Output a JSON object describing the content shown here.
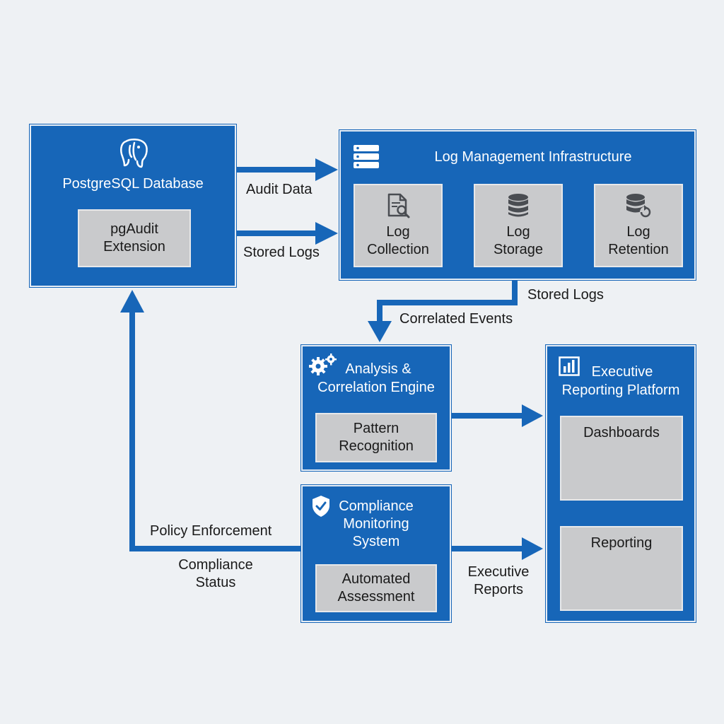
{
  "colors": {
    "box_blue": "#1766b8",
    "sub_gray": "#c9cacc",
    "arrow_blue": "#1766b8",
    "arrow_gray": "#c9cacc",
    "background": "#eef1f4"
  },
  "nodes": {
    "postgres": {
      "title": "PostgreSQL Database",
      "icon": "elephant-icon",
      "sub": {
        "line1": "pgAudit",
        "line2": "Extension"
      }
    },
    "log_mgmt": {
      "title": "Log Management Infrastructure",
      "icon": "server-stack-icon",
      "subs": [
        {
          "line1": "Log",
          "line2": "Collection",
          "icon": "document-search-icon"
        },
        {
          "line1": "Log",
          "line2": "Storage",
          "icon": "database-icon"
        },
        {
          "line1": "Log",
          "line2": "Retention",
          "icon": "database-refresh-icon"
        }
      ]
    },
    "analysis": {
      "title_line1": "Analysis &",
      "title_line2": "Correlation Engine",
      "icon": "gears-icon",
      "sub": {
        "line1": "Pattern",
        "line2": "Recognition"
      }
    },
    "compliance": {
      "title_line1": "Compliance",
      "title_line2": "Monitoring",
      "title_line3": "System",
      "icon": "shield-check-icon",
      "sub": {
        "line1": "Automated",
        "line2": "Assessment"
      }
    },
    "executive": {
      "title_line1": "Executive",
      "title_line2": "Reporting Platform",
      "icon": "bar-chart-icon",
      "subs": [
        {
          "label": "Dashboards"
        },
        {
          "label": "Reporting"
        }
      ]
    }
  },
  "edge_labels": {
    "audit_data": "Audit Data",
    "stored_logs_1": "Stored Logs",
    "stored_logs_2": "Stored Logs",
    "correlated_events": "Correlated Events",
    "policy_enforcement": "Policy Enforcement",
    "compliance_status_line1": "Compliance",
    "compliance_status_line2": "Status",
    "executive_reports_line1": "Executive",
    "executive_reports_line2": "Reports"
  }
}
